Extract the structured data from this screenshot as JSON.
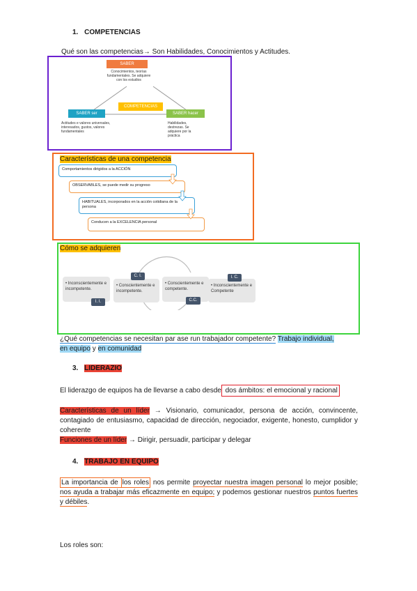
{
  "section1": {
    "number": "1.",
    "title": "COMPETENCIAS"
  },
  "intro": {
    "question": "Qué son las competencias",
    "arrow": "→",
    "answer": " Son Habilidades, Conocimientos y Actitudes."
  },
  "triangle": {
    "saber": {
      "label": "SABER",
      "desc": "Conocimientos, teorías fundamentales. Se adquiere con los estudios"
    },
    "center": "COMPETENCIAS",
    "saber_ser": {
      "label": "SABER ser",
      "desc": "Actitudes e valores universales, interesados, gustos, valores fundamentales"
    },
    "saber_hacer": {
      "label": "SABER hacer",
      "desc": "Habilidades, destrezas. Se adquiere por la práctica"
    }
  },
  "caracteristicas": {
    "title": "Características de una competencia",
    "steps": [
      "Comportamientos dirigidos a la ACCIÓN",
      "OBSERVABLES, se puede medir su progreso",
      "HABITUALES, incorporados en la acción cotidiana de la persona",
      "Conducen a la EXCELENCIA personal"
    ]
  },
  "adquieren": {
    "title": "Cómo se adquieren",
    "cards": [
      "• Inconscientemente e incompetente.",
      "• Conscientemente e incompetente.",
      "• Conscientemente e competente.",
      "• Inconscientemente e Competente"
    ],
    "tags": [
      "I. I.",
      "C. I.",
      "C.C.",
      "I. C."
    ]
  },
  "question_line": {
    "q": "¿Qué competencias se necesitan par ase run trabajador competente?",
    "a1": "Trabajo individual,",
    "a2": "en equipo",
    "sep": " y ",
    "a3": "en comunidad"
  },
  "section3": {
    "number": "3.",
    "title": "LIDERAZIO"
  },
  "liderazgo": {
    "text": "El liderazgo de equipos ha de llevarse a cabo desde",
    "boxed": " dos ámbitos: el emocional y racional",
    "car_label": "Características de un líder",
    "car_text": " → Visionario, comunicador, persona de acción, convincente, contagiado de entusiasmo, capacidad de dirección, negociador, exigente, honesto, cumplidor y coherente",
    "fun_label": "Funciones de un líder",
    "fun_text": " → Dirigir, persuadir, participar y delegar"
  },
  "section4": {
    "number": "4.",
    "title": "TRABAJO EN EQUIPO"
  },
  "equipo": {
    "p1": "La importancia de ",
    "roles": "los roles",
    "p2": " nos permite ",
    "u1": "proyectar nuestra imagen personal",
    "p3": " lo mejor posible; ",
    "u2": "nos ayuda a trabajar más eficazmente en equipo;",
    "p4": " y podemos gestionar nuestros ",
    "u3": "puntos fuertes y débiles",
    "p5": "."
  },
  "roles_line": "Los roles son:",
  "colors": {
    "purple": "#6a1fd0",
    "orange": "#f26b21",
    "green": "#3cd43c",
    "red": "#e0202a"
  }
}
